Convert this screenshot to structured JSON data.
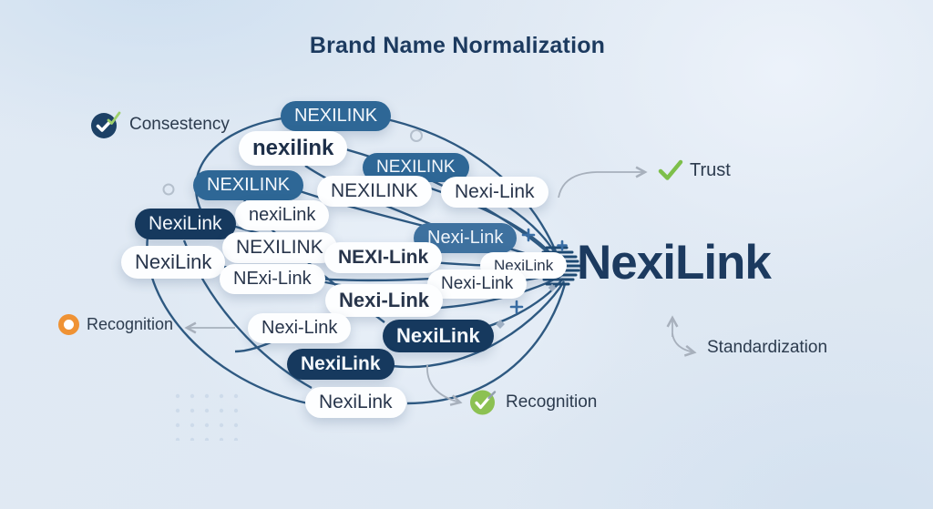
{
  "title": "Brand Name Normalization",
  "final_brand": "NexiLink",
  "labels": {
    "consistency": "Consestency",
    "trust": "Trust",
    "recognition_left": "Recognition",
    "recognition_bottom": "Recognition",
    "standardization": "Standardization"
  },
  "variants": [
    {
      "text": "NEXILINK"
    },
    {
      "text": "nexilink"
    },
    {
      "text": "NEXILINK"
    },
    {
      "text": "NEXILINK"
    },
    {
      "text": "Nexi-Link"
    },
    {
      "text": "NEXILINK"
    },
    {
      "text": "nexiLink"
    },
    {
      "text": "NexiLink"
    },
    {
      "text": "NEXILINK"
    },
    {
      "text": "NexiLink"
    },
    {
      "text": "NExi-Link"
    },
    {
      "text": "Nexi-Link"
    },
    {
      "text": "NEXI-Link"
    },
    {
      "text": "NexiLink"
    },
    {
      "text": "Nexi-Link"
    },
    {
      "text": "Nexi-Link"
    },
    {
      "text": "Nexi-Link"
    },
    {
      "text": "NexiLink"
    },
    {
      "text": "NexiLink"
    },
    {
      "text": "NexiLink"
    }
  ],
  "icons": {
    "consistency": "check-circle-icon",
    "trust": "check-icon",
    "recognition_left": "target-circle-icon",
    "recognition_bottom": "check-circle-icon"
  },
  "colors": {
    "title_navy": "#1c3a5f",
    "pill_blue": "#2e6796",
    "pill_navy": "#16395e",
    "pill_steel": "#3e719f",
    "pill_white": "#fdfeff",
    "line_navy": "#1f4d78",
    "arrow_gray": "#a7b0bc",
    "check_green": "#8cc152",
    "donut_orange": "#ef9234",
    "background": "#dde7f2"
  }
}
